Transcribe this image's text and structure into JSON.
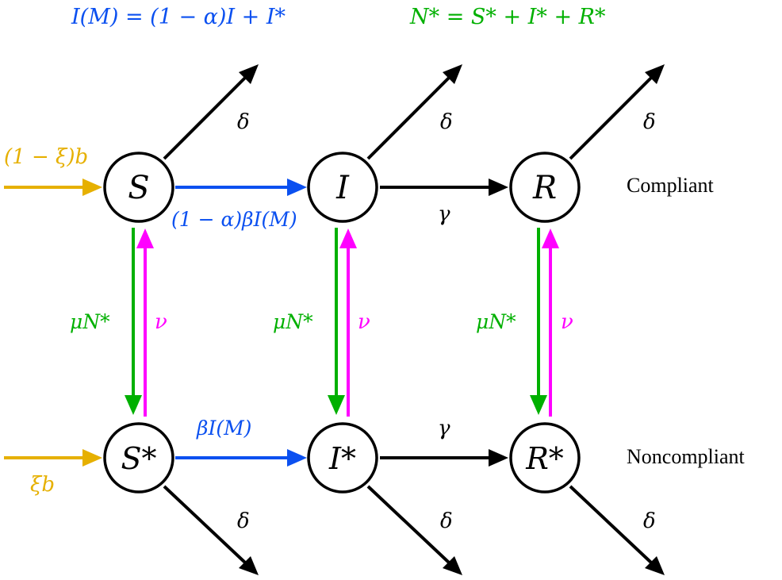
{
  "colors": {
    "black": "#000000",
    "blue": "#0b50f0",
    "green": "#00b000",
    "magenta": "#ff00ff",
    "yellow": "#e6b000"
  },
  "equations": {
    "infective_masked": "I(M) = (1 − α)I + I*",
    "noncompliant_total": "N* = S* + I* + R*"
  },
  "nodes": {
    "S": "S",
    "I": "I",
    "R": "R",
    "S_star": "S*",
    "I_star": "I*",
    "R_star": "R*"
  },
  "row_labels": {
    "compliant": "Compliant",
    "noncompliant": "Noncompliant"
  },
  "rates": {
    "birth_compliant": "(1 − ξ)b",
    "birth_noncompliant": "ξb",
    "infection_compliant": "(1 − α)βI(M)",
    "infection_noncompliant": "βI(M)",
    "recovery": "γ",
    "death": "δ",
    "to_noncompliant": "μN*",
    "to_compliant": "ν"
  }
}
